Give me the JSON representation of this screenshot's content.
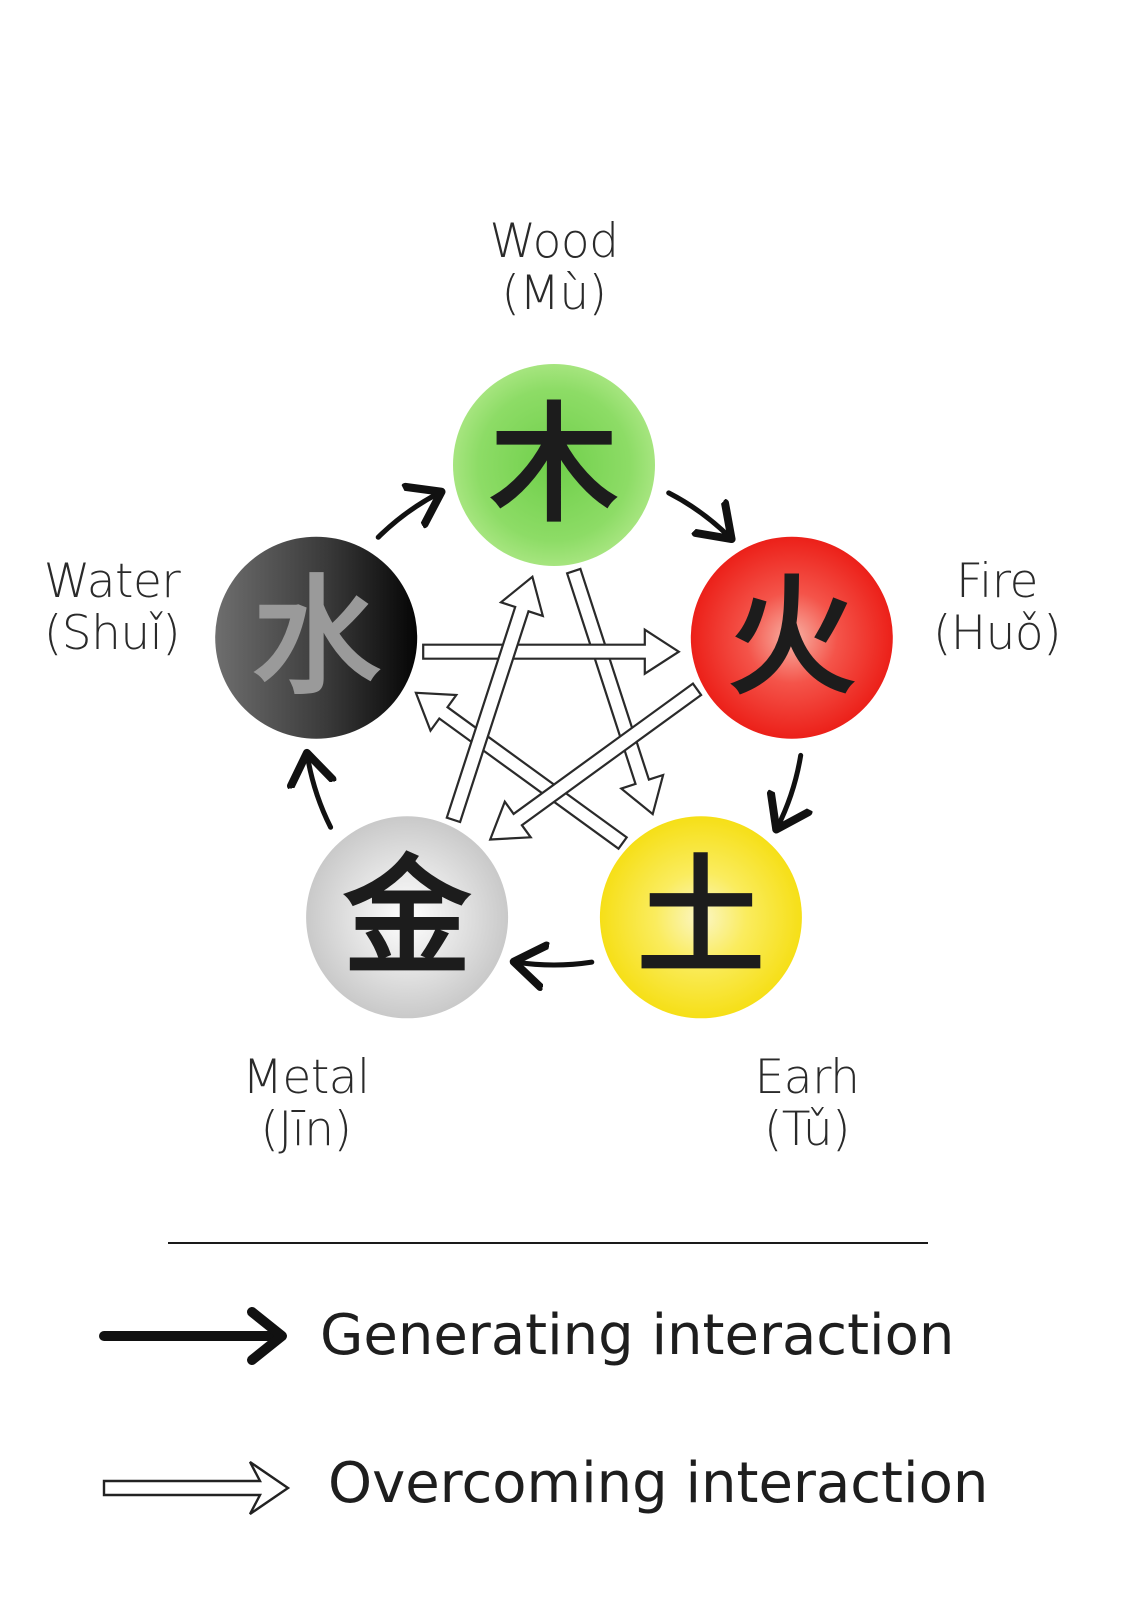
{
  "elements": [
    {
      "key": "wood",
      "name": "Wood",
      "pinyin": "(Mù)",
      "glyph": "木",
      "color": "#7fd55a",
      "glyph_color": "#1c1c1c"
    },
    {
      "key": "fire",
      "name": "Fire",
      "pinyin": "(Huǒ)",
      "glyph": "火",
      "color": "#f02a24",
      "glyph_color": "#1c1c1c"
    },
    {
      "key": "earth",
      "name": "Earh",
      "pinyin": "(Tǔ)",
      "glyph": "土",
      "color": "#f7e21f",
      "glyph_color": "#1c1c1c"
    },
    {
      "key": "metal",
      "name": "Metal",
      "pinyin": "(Jīn)",
      "glyph": "金",
      "color": "#cfcfcf",
      "glyph_color": "#1c1c1c"
    },
    {
      "key": "water",
      "name": "Water",
      "pinyin": "(Shuǐ)",
      "glyph": "水",
      "color": "#1a1a1a",
      "glyph_color": "#9a9a9a"
    }
  ],
  "generating_cycle": [
    "wood",
    "fire",
    "earth",
    "metal",
    "water"
  ],
  "overcoming_cycle": [
    "wood",
    "earth",
    "water",
    "fire",
    "metal"
  ],
  "legend": {
    "generating": "Generating interaction",
    "overcoming": "Overcoming interaction"
  }
}
